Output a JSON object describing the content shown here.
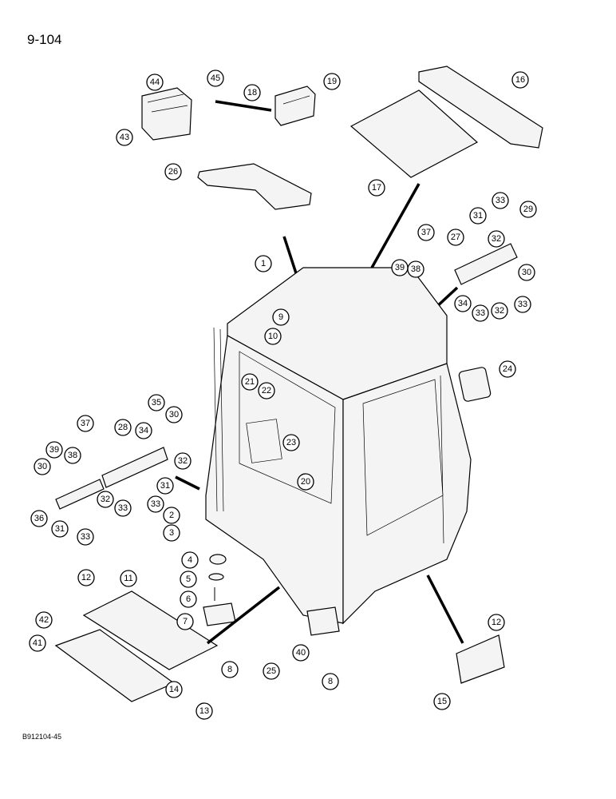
{
  "page": {
    "number": "9-104",
    "figure_code": "B912104-45"
  },
  "callouts": [
    "1",
    "2",
    "3",
    "4",
    "5",
    "6",
    "7",
    "8",
    "8",
    "9",
    "10",
    "11",
    "12",
    "12",
    "13",
    "14",
    "15",
    "16",
    "17",
    "18",
    "19",
    "20",
    "21",
    "22",
    "23",
    "24",
    "25",
    "26",
    "27",
    "28",
    "29",
    "30",
    "30",
    "30",
    "31",
    "31",
    "31",
    "32",
    "32",
    "32",
    "32",
    "33",
    "33",
    "33",
    "33",
    "33",
    "33",
    "34",
    "34",
    "35",
    "36",
    "37",
    "37",
    "38",
    "38",
    "39",
    "39",
    "40",
    "41",
    "42",
    "43",
    "44",
    "45"
  ]
}
